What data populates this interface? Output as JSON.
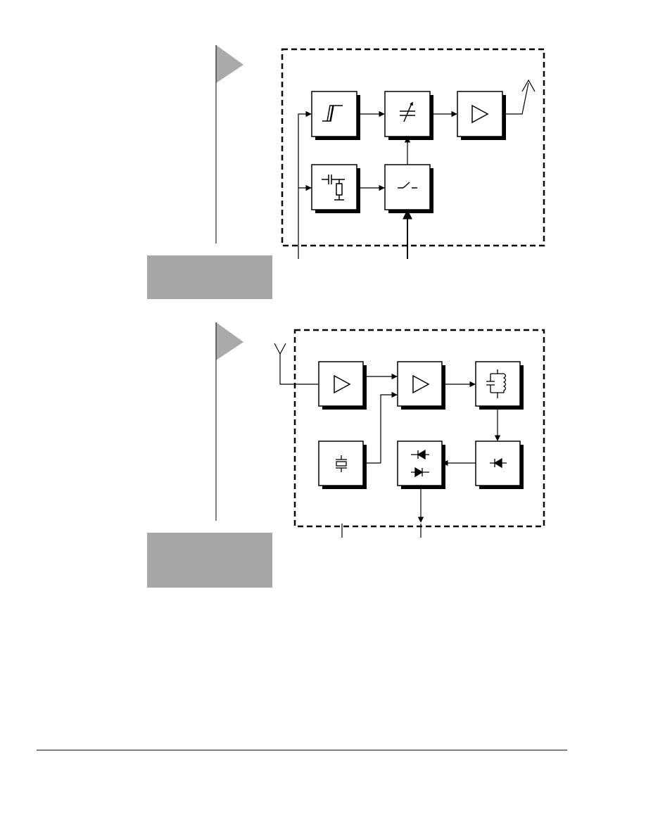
{
  "colors": {
    "ink": "#000000",
    "marker_gray": "#aaaaaa",
    "panel_gray": "#a6a6a6",
    "shadow": "#000000",
    "box_fill": "#ffffff"
  },
  "diagrams": [
    {
      "id": "transmitter",
      "blocks": [
        {
          "id": "schmitt-trigger",
          "icon": "schmitt-trigger-icon"
        },
        {
          "id": "variable-capacitor",
          "icon": "variable-capacitor-icon"
        },
        {
          "id": "output-amplifier",
          "icon": "amplifier-icon"
        },
        {
          "id": "rc-network",
          "icon": "rc-network-icon"
        },
        {
          "id": "switch",
          "icon": "switch-icon"
        }
      ],
      "antenna": "transmit-antenna-icon"
    },
    {
      "id": "receiver",
      "blocks": [
        {
          "id": "input-amplifier",
          "icon": "amplifier-icon"
        },
        {
          "id": "mixer-amplifier",
          "icon": "amplifier-icon"
        },
        {
          "id": "lc-tank",
          "icon": "lc-tank-icon"
        },
        {
          "id": "crystal-oscillator",
          "icon": "crystal-icon"
        },
        {
          "id": "dual-diode",
          "icon": "dual-diode-icon"
        },
        {
          "id": "detector-diode",
          "icon": "diode-icon"
        }
      ],
      "antenna": "receive-antenna-icon"
    }
  ]
}
